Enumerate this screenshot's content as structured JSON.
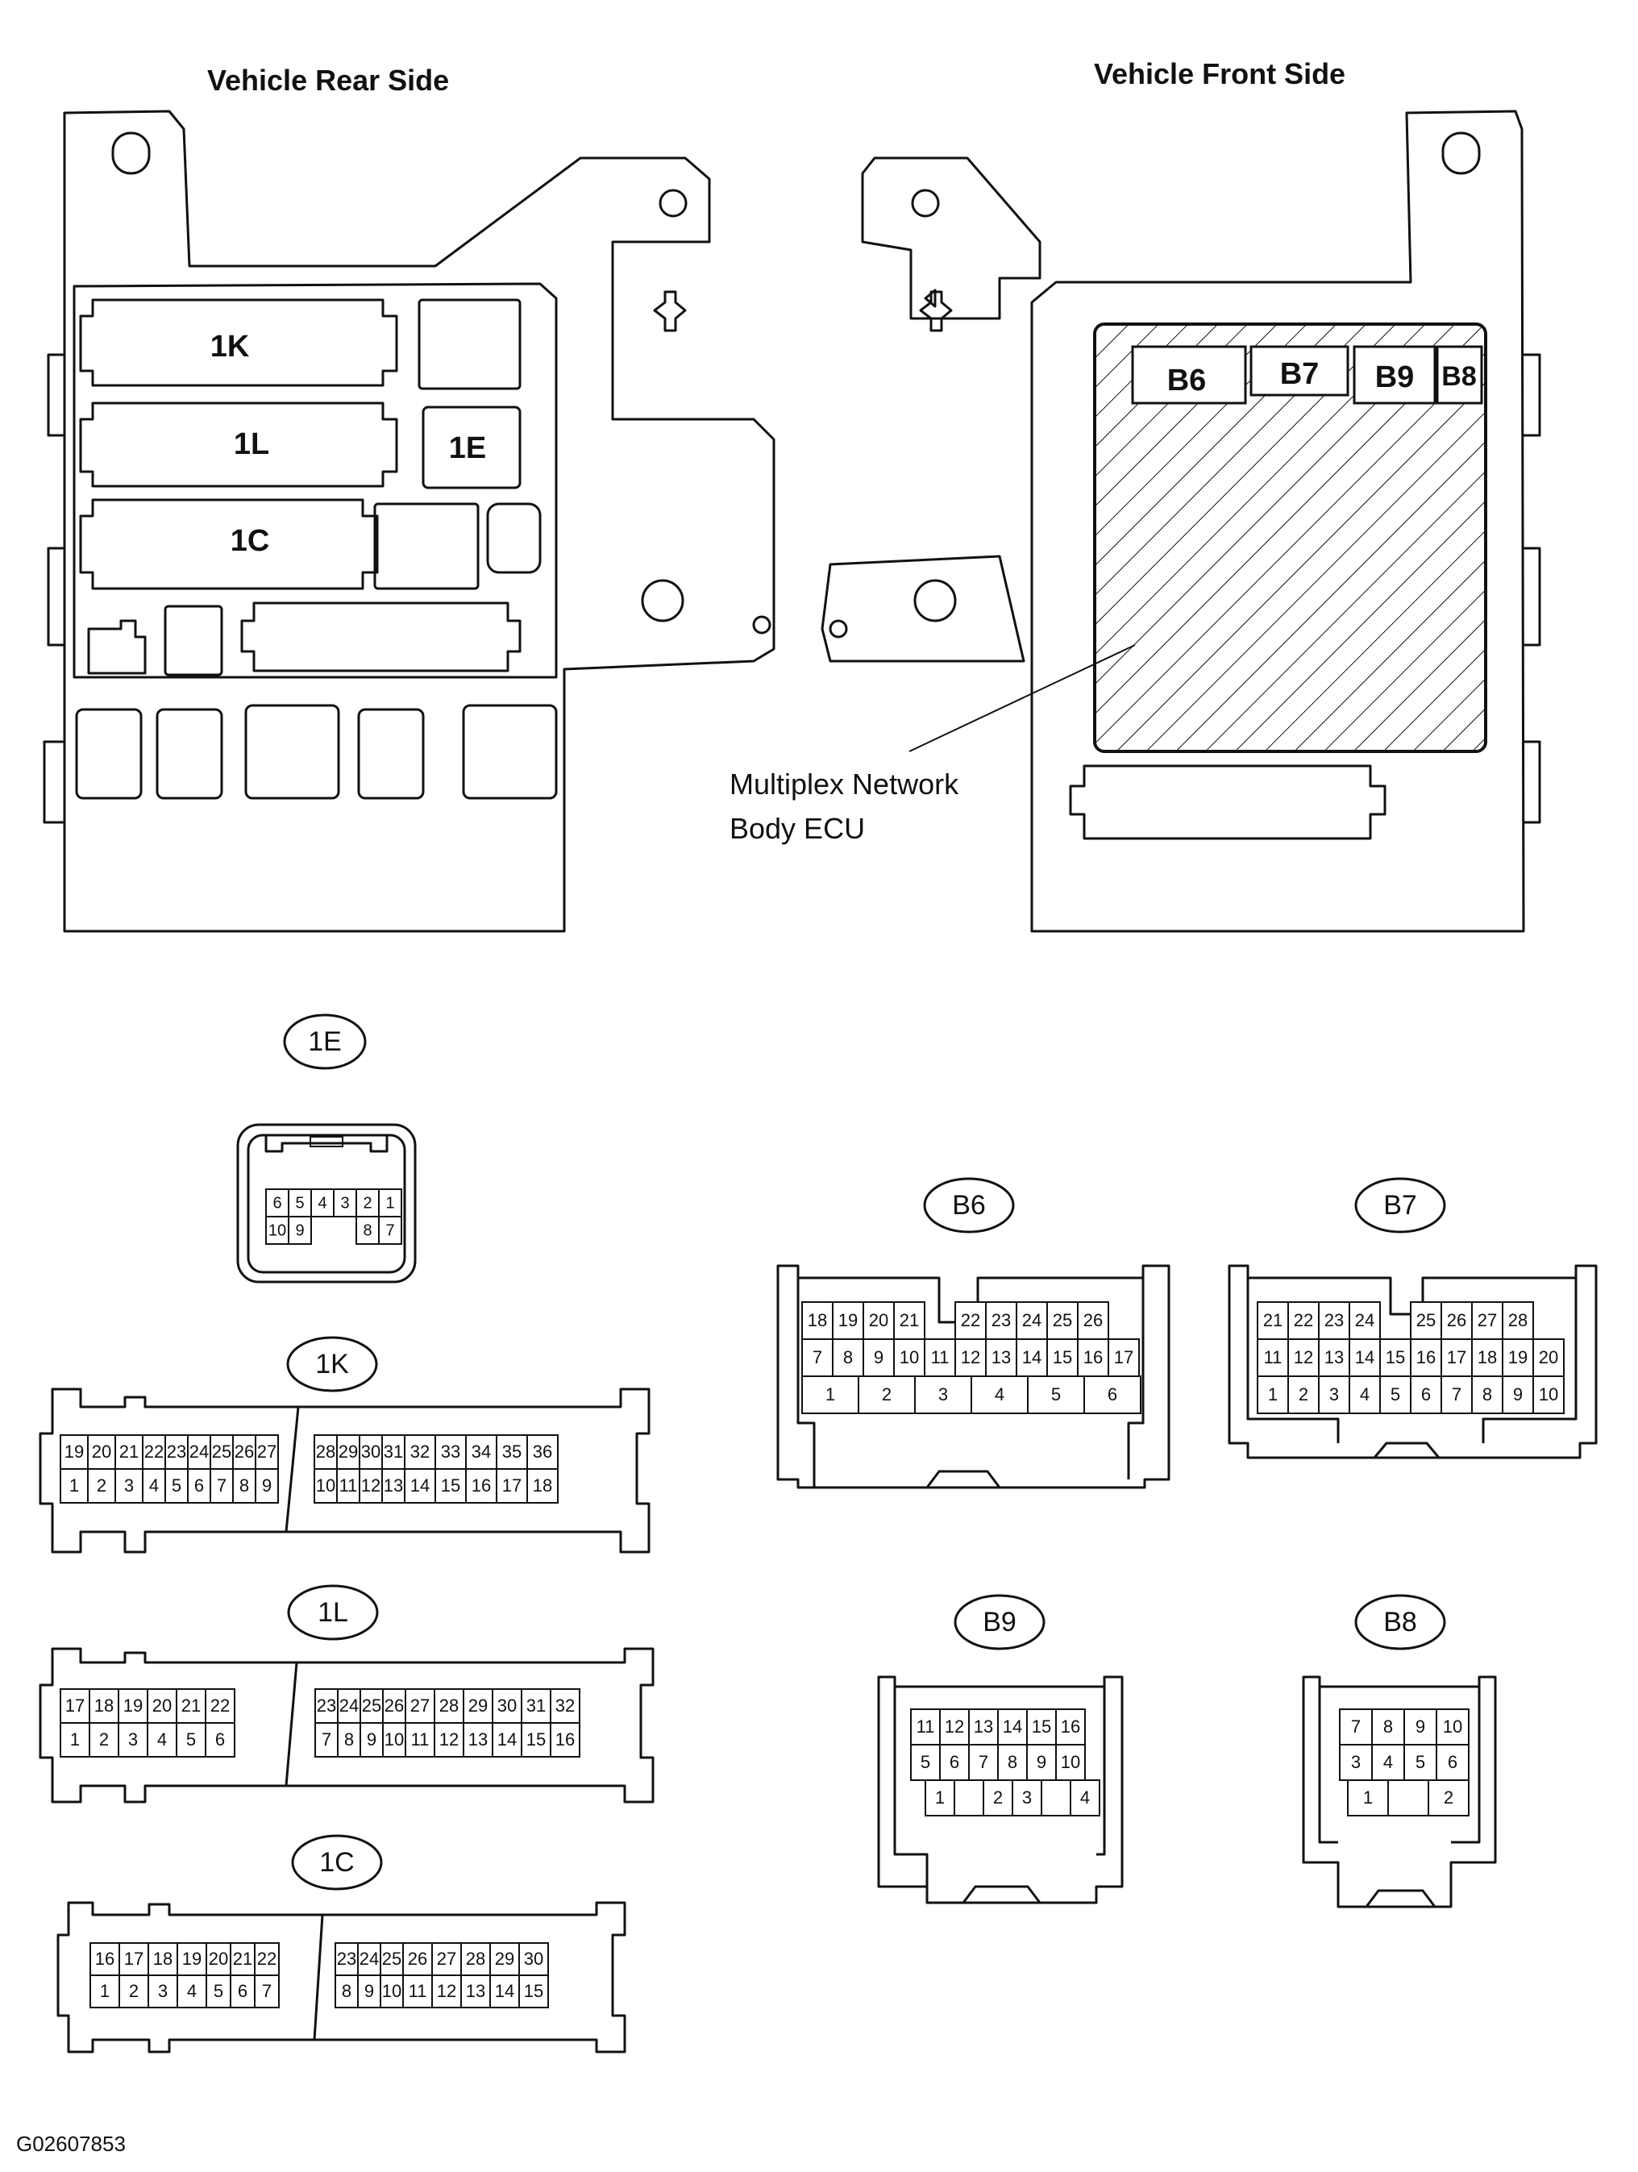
{
  "titles": {
    "rear": "Vehicle Rear Side",
    "front": "Vehicle Front Side"
  },
  "block_labels": {
    "k": "1K",
    "l": "1L",
    "c": "1C",
    "e": "1E",
    "b6": "B6",
    "b7": "B7",
    "b9": "B9",
    "b8": "B8"
  },
  "ecu_label": {
    "line1": "Multiplex Network",
    "line2": "Body ECU"
  },
  "figure_code": "G02607853",
  "connectors": {
    "e1": {
      "name": "1E",
      "rows": [
        [
          "6",
          "5",
          "4",
          "3",
          "2",
          "1"
        ],
        [
          "10",
          "9",
          "",
          "",
          "8",
          "7"
        ]
      ]
    },
    "k1": {
      "name": "1K",
      "rows": [
        [
          "19",
          "20",
          "21",
          "22",
          "23",
          "24",
          "25",
          "26",
          "27",
          "28",
          "29",
          "30",
          "31",
          "32",
          "33",
          "34",
          "35",
          "36"
        ],
        [
          "1",
          "2",
          "3",
          "4",
          "5",
          "6",
          "7",
          "8",
          "9",
          "10",
          "11",
          "12",
          "13",
          "14",
          "15",
          "16",
          "17",
          "18"
        ]
      ]
    },
    "l1": {
      "name": "1L",
      "rows": [
        [
          "17",
          "18",
          "19",
          "20",
          "21",
          "22",
          "23",
          "24",
          "25",
          "26",
          "27",
          "28",
          "29",
          "30",
          "31",
          "32"
        ],
        [
          "1",
          "2",
          "3",
          "4",
          "5",
          "6",
          "7",
          "8",
          "9",
          "10",
          "11",
          "12",
          "13",
          "14",
          "15",
          "16"
        ]
      ]
    },
    "c1": {
      "name": "1C",
      "rows": [
        [
          "16",
          "17",
          "18",
          "19",
          "20",
          "21",
          "22",
          "23",
          "24",
          "25",
          "26",
          "27",
          "28",
          "29",
          "30"
        ],
        [
          "1",
          "2",
          "3",
          "4",
          "5",
          "6",
          "7",
          "8",
          "9",
          "10",
          "11",
          "12",
          "13",
          "14",
          "15"
        ]
      ]
    },
    "b6": {
      "name": "B6",
      "rows": [
        [
          "18",
          "19",
          "20",
          "21",
          "",
          "22",
          "23",
          "24",
          "25",
          "26"
        ],
        [
          "7",
          "8",
          "9",
          "10",
          "11",
          "12",
          "13",
          "14",
          "15",
          "16",
          "17"
        ],
        [
          "1",
          "2",
          "3",
          "4",
          "5",
          "6"
        ]
      ]
    },
    "b7": {
      "name": "B7",
      "rows": [
        [
          "21",
          "22",
          "23",
          "24",
          "",
          "25",
          "26",
          "27",
          "28"
        ],
        [
          "11",
          "12",
          "13",
          "14",
          "15",
          "16",
          "17",
          "18",
          "19",
          "20"
        ],
        [
          "1",
          "2",
          "3",
          "4",
          "5",
          "6",
          "7",
          "8",
          "9",
          "10"
        ]
      ]
    },
    "b9": {
      "name": "B9",
      "rows": [
        [
          "11",
          "12",
          "13",
          "14",
          "15",
          "16"
        ],
        [
          "5",
          "6",
          "7",
          "8",
          "9",
          "10"
        ],
        [
          "1",
          "",
          "2",
          "3",
          "",
          "4"
        ]
      ]
    },
    "b8": {
      "name": "B8",
      "rows": [
        [
          "7",
          "8",
          "9",
          "10"
        ],
        [
          "3",
          "4",
          "5",
          "6"
        ],
        [
          "1",
          "",
          "2"
        ]
      ]
    }
  }
}
